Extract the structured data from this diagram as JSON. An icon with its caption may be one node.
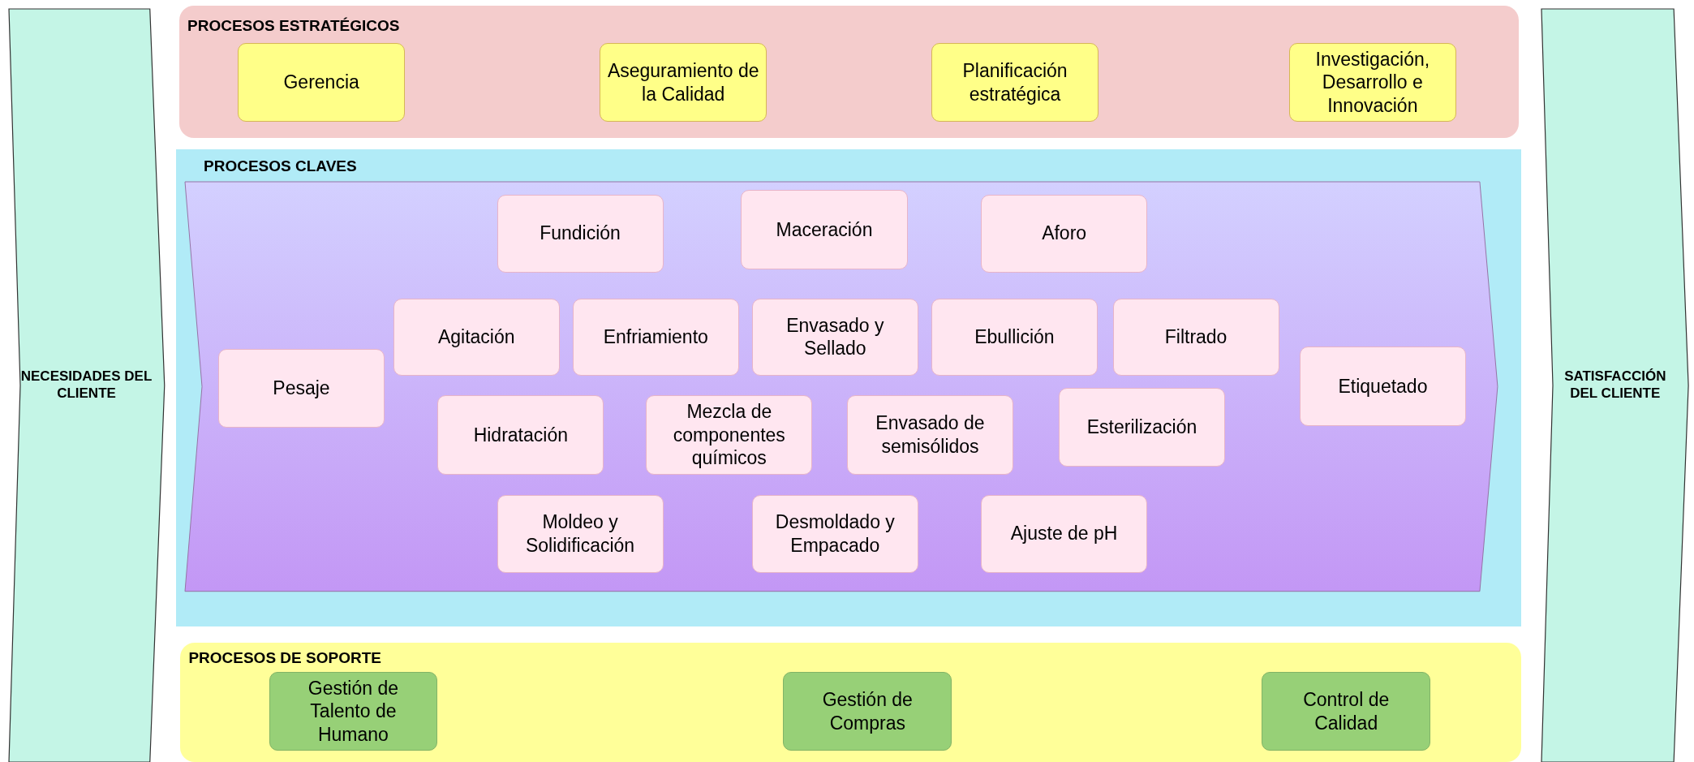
{
  "diagram": {
    "nodes": [
      {
        "text": [
          "NECESIDADES DEL CLIENTE"
        ]
      },
      {
        "text": [
          "PROCESOS ESTRATÉGICOS"
        ]
      },
      {
        "text": [
          "Gerencia"
        ],
        "in": 1
      },
      {
        "text": [
          "Aseguramiento de la Calidad"
        ],
        "in": 1
      },
      {
        "text": [
          "Planificación estratégica"
        ],
        "in": 1
      },
      {
        "text": [
          "Investigación, Desarrollo e Innovación"
        ],
        "in": 1
      },
      {
        "text": [
          "PROCESOS CLAVES"
        ]
      },
      {
        "text": [],
        "shape": "arrow",
        "in": 6
      },
      {
        "text": [
          "Fundición"
        ],
        "in": 7
      },
      {
        "text": [
          "Maceración"
        ],
        "in": 7
      },
      {
        "text": [
          "Aforo"
        ],
        "in": 7
      },
      {
        "text": [
          "Agitación"
        ],
        "in": 7
      },
      {
        "text": [
          "Enfriamiento"
        ],
        "in": 7
      },
      {
        "text": [
          "Envasado y Sellado"
        ],
        "in": 7
      },
      {
        "text": [
          "Ebullición"
        ],
        "in": 7
      },
      {
        "text": [
          "Filtrado"
        ],
        "in": 7
      },
      {
        "text": [
          "Pesaje"
        ],
        "in": 7
      },
      {
        "text": [
          "Etiquetado"
        ],
        "in": 7
      },
      {
        "text": [
          "Hidratación"
        ],
        "in": 7
      },
      {
        "text": [
          "Mezcla de componentes químicos"
        ],
        "in": 7
      },
      {
        "text": [
          "Envasado de semisólidos"
        ],
        "in": 7
      },
      {
        "text": [
          "Esterilización"
        ],
        "in": 7
      },
      {
        "text": [
          "Moldeo y Solidificación"
        ],
        "in": 7
      },
      {
        "text": [
          "Desmoldado y Empacado"
        ],
        "in": 7
      },
      {
        "text": [
          "Ajuste de pH"
        ],
        "in": 7
      },
      {
        "text": [
          "PROCESOS DE SOPORTE"
        ]
      },
      {
        "text": [
          "Gestión de Talento de Humano"
        ],
        "in": 25
      },
      {
        "text": [
          "Gestión de Compras"
        ],
        "in": 25
      },
      {
        "text": [
          "Control de Calidad"
        ],
        "in": 25
      },
      {
        "text": [
          "SATISFACCIÓN DEL CLIENTE"
        ]
      }
    ],
    "edges": []
  }
}
